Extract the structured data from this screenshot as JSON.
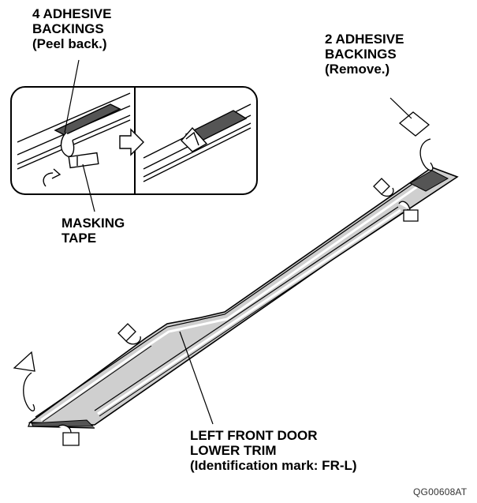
{
  "labels": {
    "adhesive_4_line1": "4 ADHESIVE",
    "adhesive_4_line2": "BACKINGS",
    "adhesive_4_line3": "(Peel back.)",
    "adhesive_2_line1": "2 ADHESIVE",
    "adhesive_2_line2": "BACKINGS",
    "adhesive_2_line3": "(Remove.)",
    "masking_line1": "MASKING",
    "masking_line2": "TAPE",
    "trim_line1": "LEFT FRONT DOOR",
    "trim_line2": "LOWER TRIM",
    "trim_line3": "(Identification mark: FR-L)"
  },
  "figure_code": "QG00608AT"
}
